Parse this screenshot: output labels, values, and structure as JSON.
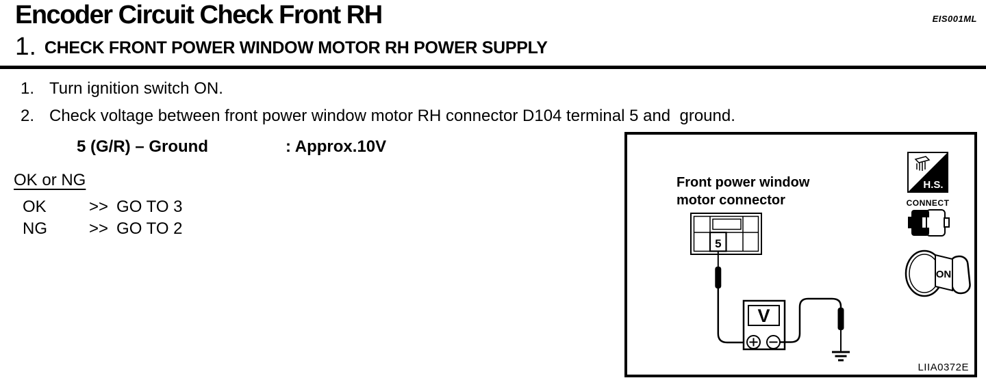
{
  "header": {
    "title": "Encoder Circuit Check Front RH",
    "doc_code": "EIS001ML",
    "step_number": "1.",
    "step_title": "CHECK FRONT POWER WINDOW MOTOR RH POWER SUPPLY"
  },
  "procedure": {
    "steps": [
      {
        "num": "1.",
        "text": "Turn ignition switch ON."
      },
      {
        "num": "2.",
        "text": "Check voltage between front power window motor RH connector D104 terminal 5 and  ground."
      }
    ],
    "spec": {
      "measurement": "5 (G/R) – Ground",
      "value": ": Approx.10V"
    },
    "decision_label": "OK or NG",
    "outcomes": [
      {
        "result": "OK",
        "arrow": ">>",
        "action": "GO TO 3"
      },
      {
        "result": "NG",
        "arrow": ">>",
        "action": "GO TO 2"
      }
    ]
  },
  "figure": {
    "connector_label": {
      "line1": "Front power window",
      "line2": "motor connector"
    },
    "terminal_number": "5",
    "voltmeter_label": "V",
    "hs_badge_label": "H.S.",
    "connect_label": "CONNECT",
    "ignition_key_label": "ON",
    "figure_code": "LIIA0372E"
  },
  "colors": {
    "ink": "#000000",
    "paper": "#ffffff"
  }
}
